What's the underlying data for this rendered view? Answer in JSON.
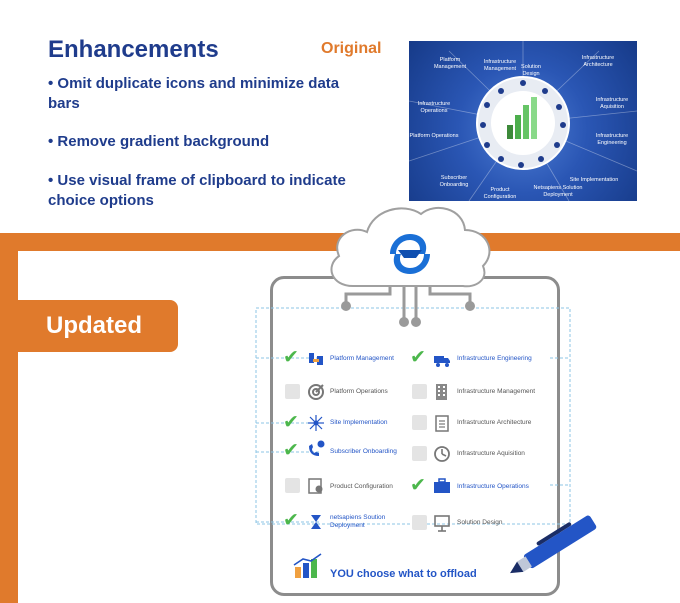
{
  "header": {
    "title": "Enhancements",
    "original_label": "Original",
    "bullets": [
      "• Omit duplicate icons and minimize data bars",
      "• Remove gradient background",
      "• Use visual frame of clipboard to indicate choice options"
    ]
  },
  "original": {
    "labels": [
      "Platform Management",
      "Infrastructure Management",
      "Solution Design",
      "Infrastructure Architecture",
      "Infrastructure Operations",
      "Infrastructure Aquisition",
      "Platform Operations",
      "Infrastructure Engineering",
      "Subscriber Onboarding",
      "Site Implementation",
      "Product Configuration",
      "Netsapiens Solution Deployment"
    ]
  },
  "updated": {
    "label": "Updated",
    "items": [
      {
        "label": "Platform Management",
        "checked": true
      },
      {
        "label": "Platform Operations",
        "checked": false
      },
      {
        "label": "Site Implementation",
        "checked": true
      },
      {
        "label": "Subscriber Onboarding",
        "checked": true
      },
      {
        "label": "Product Configuration",
        "checked": false
      },
      {
        "label": "netsapiens Soution Deployment",
        "checked": true
      },
      {
        "label": "Infrastructure Engineering",
        "checked": true
      },
      {
        "label": "Infrastructure Management",
        "checked": false
      },
      {
        "label": "Infrastructure Architecture",
        "checked": false
      },
      {
        "label": "Infrastructure Aquisition",
        "checked": false
      },
      {
        "label": "Infrastructure Operations",
        "checked": true
      },
      {
        "label": "Solution Design",
        "checked": false
      }
    ],
    "footer": "YOU choose what to offload"
  },
  "colors": {
    "navy": "#1f3c8c",
    "orange": "#e07a2c",
    "blue": "#2355c6",
    "green": "#4cb74c"
  }
}
